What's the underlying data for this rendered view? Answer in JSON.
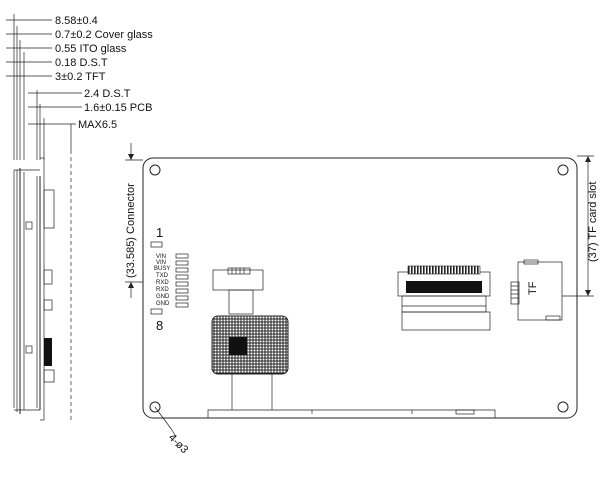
{
  "stack_dimensions": [
    "8.58±0.4",
    "0.7±0.2 Cover glass",
    "0.55 ITO glass",
    "0.18 D.S.T",
    "3±0.2 TFT",
    "2.4 D.S.T",
    "1.6±0.15 PCB",
    "MAX6.5"
  ],
  "connector_label": "(33.585) Connector",
  "tf_label": "(37) TF card slot",
  "pin_first": "1",
  "pin_last": "8",
  "pins": [
    "VIN",
    "VIN",
    "BUSY",
    "TXD",
    "RXD",
    "RXD",
    "GND",
    "GND"
  ],
  "tf_text": "TF",
  "hole_label": "4-ø3"
}
